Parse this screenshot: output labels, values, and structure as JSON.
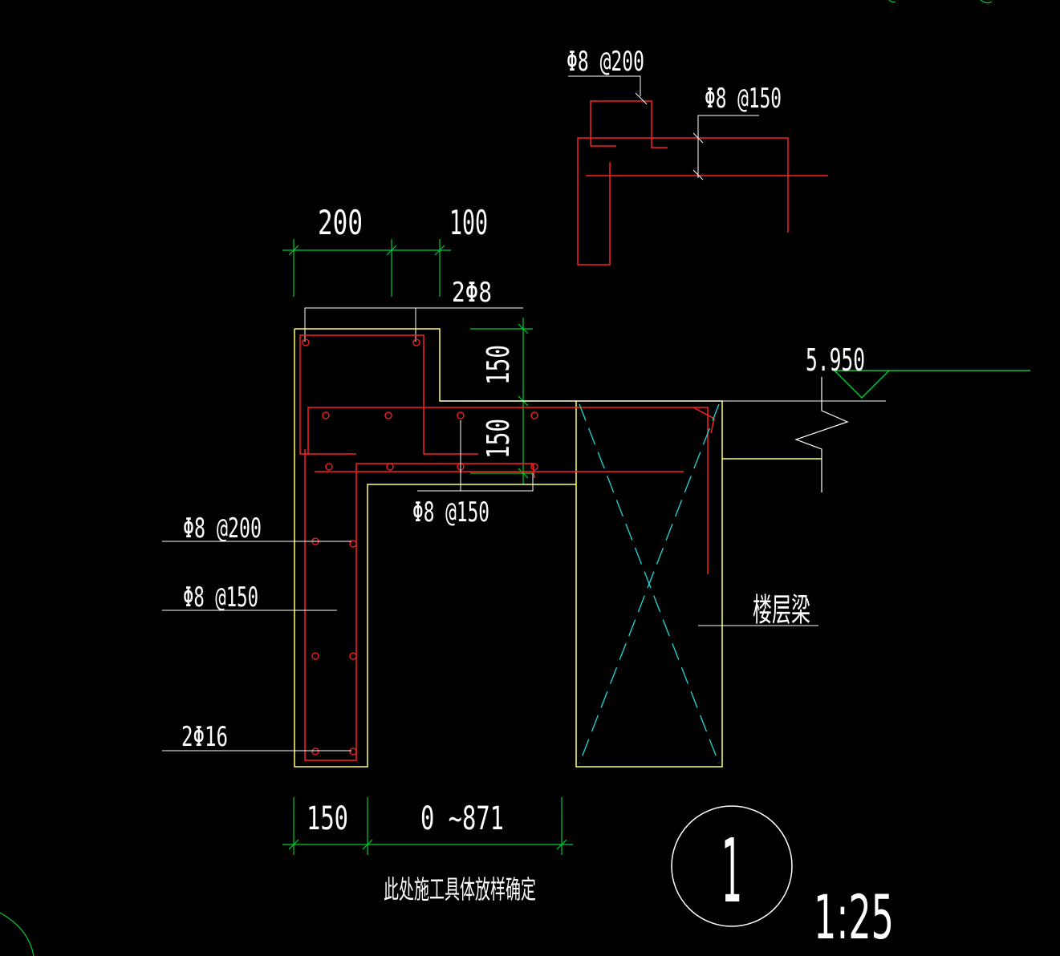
{
  "drawing": {
    "colors": {
      "background": "#000000",
      "outline": "#ffff66",
      "rebar": "#ff2020",
      "dimension": "#00cc33",
      "leader": "#ffffff",
      "hidden": "#22cccc"
    },
    "labels": {
      "top_detail_stirrup": "Φ8 @200",
      "top_detail_bar": "Φ8 @150",
      "dim_top_left": "200",
      "dim_top_right": "100",
      "top_bars": "2Φ8",
      "dim_vert_upper": "150",
      "dim_vert_lower": "150",
      "elevation": "5.950",
      "mid_bar": "Φ8 @150",
      "left_stirrup": "Φ8 @200",
      "left_bar": "Φ8 @150",
      "bottom_bars": "2Φ16",
      "floor_beam": "楼层梁",
      "dim_bottom_left": "150",
      "dim_bottom_right": "0 ~871",
      "note": "此处施工具体放样确定",
      "section_number": "1",
      "scale": "1:25"
    }
  }
}
